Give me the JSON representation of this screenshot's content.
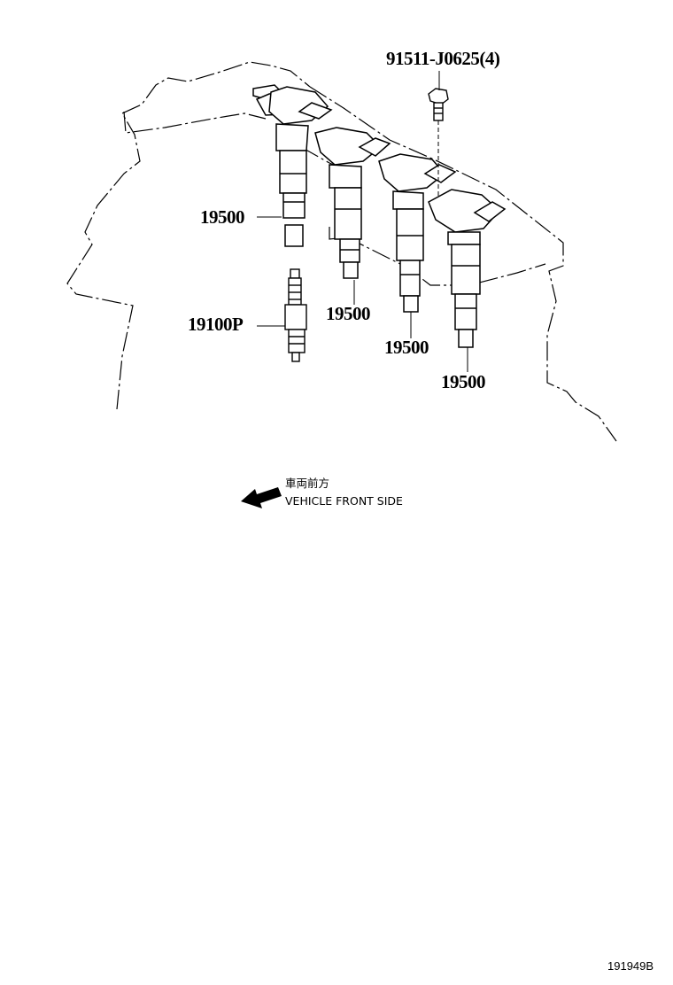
{
  "callouts": {
    "bolt": "91511-J0625(4)",
    "coil_1": "19500",
    "coil_2": "19500",
    "coil_3": "19500",
    "coil_4": "19500",
    "spark_plug": "19100P"
  },
  "direction_note": {
    "japanese": "車両前方",
    "english": "VEHICLE FRONT SIDE",
    "icon": "arrow-left-icon"
  },
  "illustration_id": "191949B",
  "colors": {
    "line": "#000000",
    "background": "#ffffff"
  }
}
